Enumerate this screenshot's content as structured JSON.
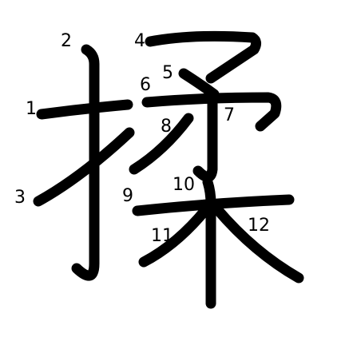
{
  "stroke_order": {
    "character": "揉",
    "stroke_count": 12,
    "stroke_color": "#000000",
    "background": "#ffffff",
    "numbers": [
      "1",
      "2",
      "3",
      "4",
      "5",
      "6",
      "7",
      "8",
      "9",
      "10",
      "11",
      "12"
    ]
  }
}
